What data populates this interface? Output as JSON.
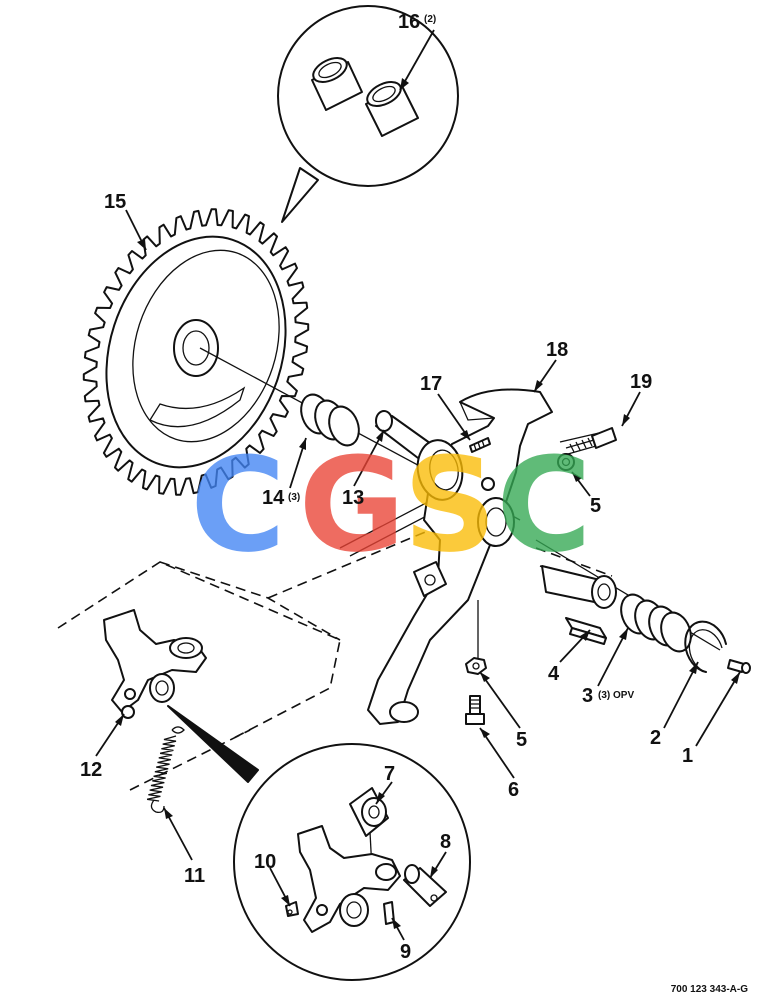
{
  "callouts": {
    "c1": "1",
    "c2": "2",
    "c3": "3",
    "c3q": "(3) OPV",
    "c4": "4",
    "c5a": "5",
    "c5b": "5",
    "c6": "6",
    "c7": "7",
    "c8": "8",
    "c9": "9",
    "c10": "10",
    "c11": "11",
    "c12": "12",
    "c13": "13",
    "c14": "14",
    "c14q": "(3)",
    "c15": "15",
    "c16": "16",
    "c16q": "(2)",
    "c17": "17",
    "c18": "18",
    "c19": "19"
  },
  "figure_id": "700 123 343-A-G",
  "watermark": {
    "letters": [
      "C",
      "G",
      "S",
      "C"
    ],
    "colors": [
      "#4285f4",
      "#ea4335",
      "#fbbc05",
      "#34a853"
    ]
  }
}
